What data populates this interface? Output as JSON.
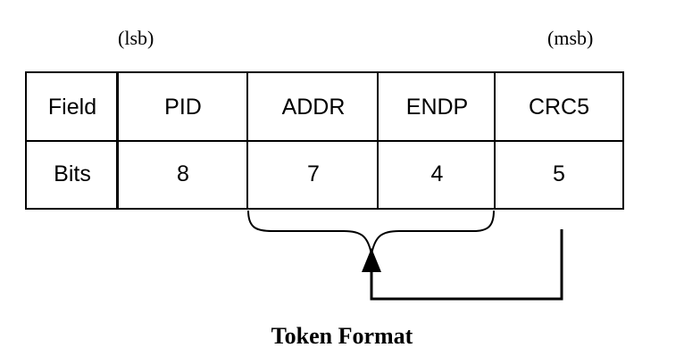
{
  "labels": {
    "lsb": "(lsb)",
    "msb": "(msb)"
  },
  "table": {
    "row_headers": [
      "Field",
      "Bits"
    ],
    "fields": [
      "PID",
      "ADDR",
      "ENDP",
      "CRC5"
    ],
    "bits": [
      "8",
      "7",
      "4",
      "5"
    ]
  },
  "caption": "Token Format",
  "colors": {
    "line": "#000000",
    "background": "#ffffff"
  }
}
